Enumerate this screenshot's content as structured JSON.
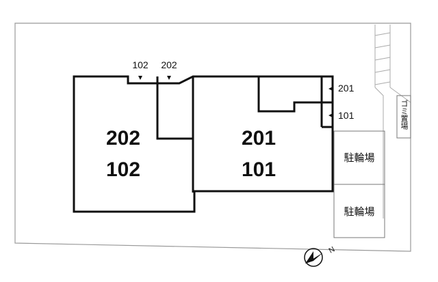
{
  "plan": {
    "units": {
      "left_upper": "202",
      "left_lower": "102",
      "right_upper": "201",
      "right_lower": "101"
    },
    "entrances": {
      "left_a": "102",
      "left_b": "202",
      "right_a": "201",
      "right_b": "101"
    },
    "facilities": {
      "bicycle_parking_1": "駐輪場",
      "bicycle_parking_2": "駐輪場",
      "garbage_area": "ゴミ置場"
    },
    "compass": {
      "north_label": "N"
    }
  }
}
